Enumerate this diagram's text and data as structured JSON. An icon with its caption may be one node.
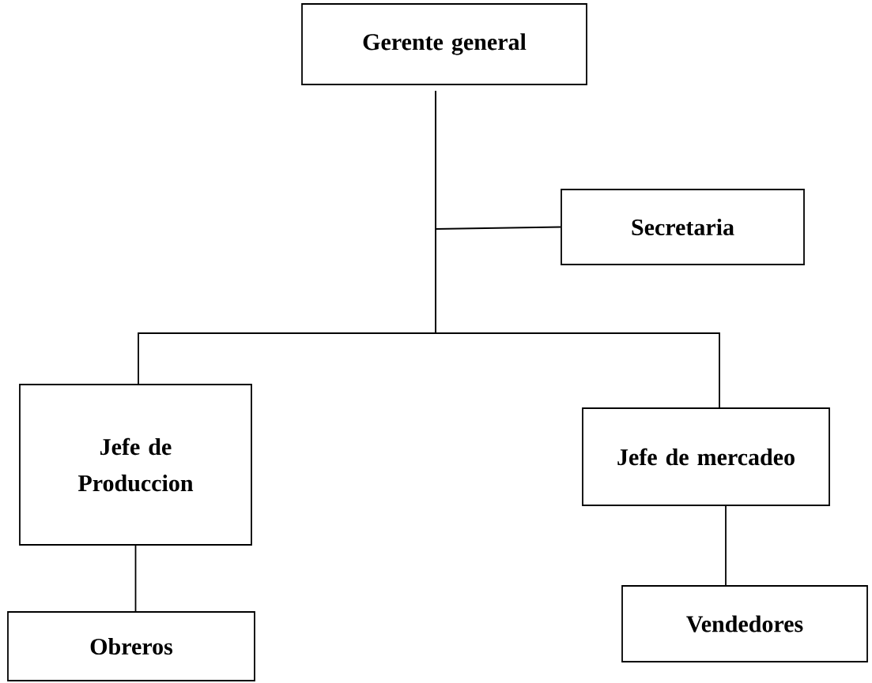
{
  "diagram": {
    "nodes": [
      {
        "text": [
          "Gerente general"
        ]
      },
      {
        "text": [
          "Secretaria"
        ]
      },
      {
        "text": [
          "Jefe de Produccion"
        ]
      },
      {
        "text": [
          "Jefe de mercadeo"
        ]
      },
      {
        "text": [
          "Obreros"
        ]
      },
      {
        "text": [
          "Vendedores"
        ]
      }
    ],
    "edges": [
      {
        "from": 0,
        "to": 1,
        "arrow": "none"
      },
      {
        "from": 0,
        "to": 2,
        "arrow": "none"
      },
      {
        "from": 0,
        "to": 3,
        "arrow": "none"
      },
      {
        "from": 2,
        "to": 4,
        "arrow": "none"
      },
      {
        "from": 3,
        "to": 5,
        "arrow": "none"
      }
    ]
  }
}
